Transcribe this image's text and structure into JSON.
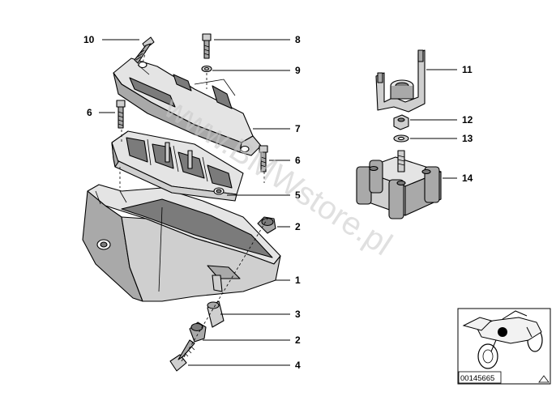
{
  "diagram": {
    "callouts": [
      {
        "id": "10",
        "label": "10"
      },
      {
        "id": "8",
        "label": "8"
      },
      {
        "id": "9",
        "label": "9"
      },
      {
        "id": "11",
        "label": "11"
      },
      {
        "id": "6a",
        "label": "6"
      },
      {
        "id": "7",
        "label": "7"
      },
      {
        "id": "12",
        "label": "12"
      },
      {
        "id": "13",
        "label": "13"
      },
      {
        "id": "6b",
        "label": "6"
      },
      {
        "id": "14",
        "label": "14"
      },
      {
        "id": "5",
        "label": "5"
      },
      {
        "id": "2a",
        "label": "2"
      },
      {
        "id": "1",
        "label": "1"
      },
      {
        "id": "3",
        "label": "3"
      },
      {
        "id": "2b",
        "label": "2"
      },
      {
        "id": "4",
        "label": "4"
      }
    ],
    "watermark": "www.BMWstore.pl",
    "reference_number": "00145665"
  },
  "colors": {
    "line": "#000000",
    "shade_dark": "#7b7b7b",
    "shade_mid": "#a9a9a9",
    "shade_light": "#cfcfcf",
    "thumbnail_marker": "#000000"
  },
  "icons": {
    "thumbnail": "motorcycle-locator-icon",
    "corner_mark": "triangle-icon"
  }
}
